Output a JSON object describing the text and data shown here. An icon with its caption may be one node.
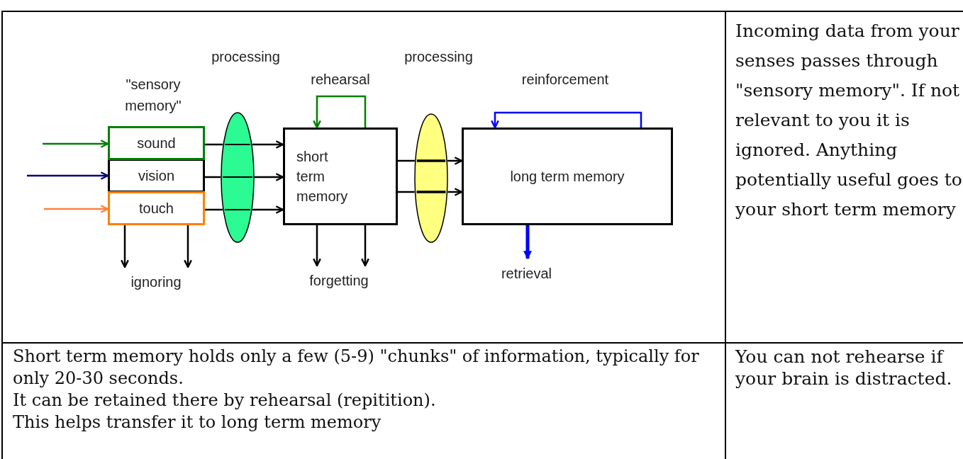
{
  "diagram": {
    "nodes": [
      {
        "text": [
          "sound"
        ]
      },
      {
        "text": [
          "vision"
        ]
      },
      {
        "text": [
          "touch"
        ]
      },
      {
        "text": [],
        "shape": "ellipse",
        "beside": [
          "processing"
        ]
      },
      {
        "text": [
          "short term memory"
        ]
      },
      {
        "text": [],
        "shape": "ellipse",
        "beside": [
          "processing"
        ]
      },
      {
        "text": [
          "long term memory"
        ]
      },
      {
        "text": [
          "ignoring"
        ]
      },
      {
        "text": [
          "forgetting"
        ]
      },
      {
        "text": [
          "retrieval"
        ]
      }
    ],
    "edges": [
      {
        "from": null,
        "to": 0,
        "arrow": "to",
        "color": "#008000"
      },
      {
        "from": null,
        "to": 1,
        "arrow": "to",
        "color": "#000080"
      },
      {
        "from": null,
        "to": 2,
        "arrow": "to",
        "color": "#ff8040"
      },
      {
        "from": 0,
        "to": 3,
        "arrow": "none"
      },
      {
        "from": 1,
        "to": 3,
        "arrow": "none"
      },
      {
        "from": 2,
        "to": 3,
        "arrow": "none"
      },
      {
        "from": 3,
        "to": 4,
        "arrow": "to"
      },
      {
        "from": 3,
        "to": 4,
        "arrow": "to"
      },
      {
        "from": 3,
        "to": 4,
        "arrow": "to"
      },
      {
        "from": 2,
        "to": 7,
        "arrow": "to"
      },
      {
        "from": 2,
        "to": 7,
        "arrow": "to"
      },
      {
        "from": 4,
        "to": 8,
        "arrow": "to"
      },
      {
        "from": 4,
        "to": 8,
        "arrow": "to"
      },
      {
        "from": 4,
        "to": 4,
        "arrow": "to",
        "label": "rehearsal",
        "color": "#008000"
      },
      {
        "from": 4,
        "to": 5,
        "arrow": "none"
      },
      {
        "from": 4,
        "to": 5,
        "arrow": "none"
      },
      {
        "from": 5,
        "to": 6,
        "arrow": "to"
      },
      {
        "from": 5,
        "to": 6,
        "arrow": "to"
      },
      {
        "from": 6,
        "to": 6,
        "arrow": "to",
        "label": "reinforcement",
        "color": "#0000ff"
      },
      {
        "from": 6,
        "to": 9,
        "arrow": "to",
        "style": "thick",
        "color": "#0000ff"
      }
    ],
    "labels": [
      "\"sensory memory\"",
      "Incoming data from your senses passes through \"sensory memory\". If not relevant to you it is ignored. Anything potentially useful goes to your short term memory",
      "Short term memory holds only a few (5-9) \"chunks\" of information, typically for only 20-30 seconds.",
      "It can be retained there by rehearsal (repitition).",
      "This helps transfer it to long term memory",
      "You can not rehearse if your brain is distracted."
    ]
  }
}
